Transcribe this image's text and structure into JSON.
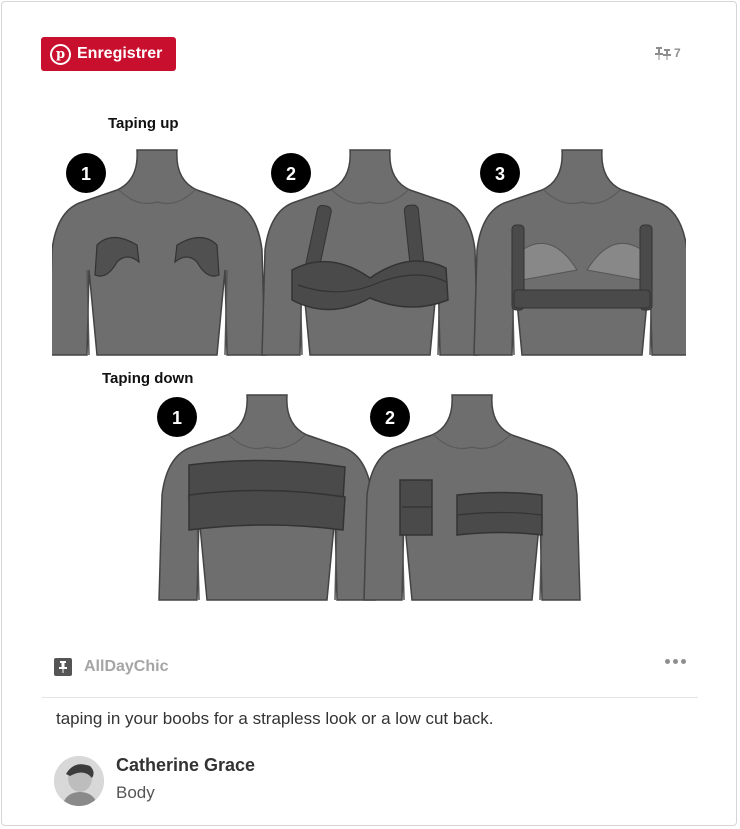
{
  "pin": {
    "save_label": "Enregistrer",
    "repin_count": "7",
    "brand_color": "#c8102e"
  },
  "illustration": {
    "section_up_label": "Taping up",
    "section_down_label": "Taping down",
    "steps_up": [
      "1",
      "2",
      "3"
    ],
    "steps_down": [
      "1",
      "2"
    ]
  },
  "source": {
    "name": "AllDayChic",
    "icon": "pin-icon"
  },
  "description": "taping in your boobs for a strapless look or a low cut back.",
  "pinner": {
    "name": "Catherine Grace",
    "board": "Body"
  }
}
